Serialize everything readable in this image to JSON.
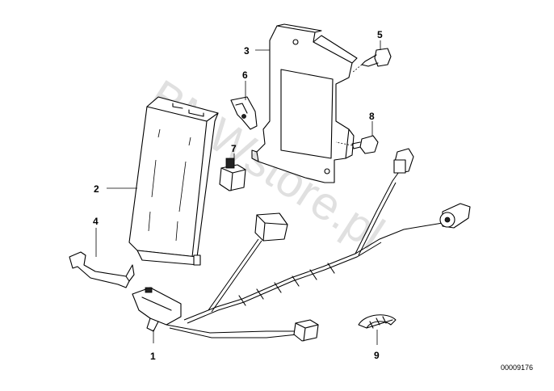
{
  "callouts": {
    "c1": "1",
    "c2": "2",
    "c3": "3",
    "c4": "4",
    "c5": "5",
    "c6": "6",
    "c7": "7",
    "c8": "8",
    "c9": "9"
  },
  "watermark": "BMWstore.pl",
  "doc_number": "00009176"
}
